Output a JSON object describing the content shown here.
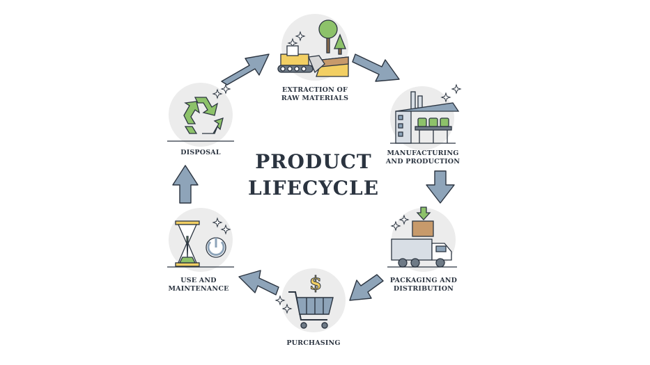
{
  "title": {
    "line1": "PRODUCT",
    "line2": "LIFECYCLE"
  },
  "stages": {
    "extraction": {
      "line1": "EXTRACTION OF",
      "line2": "RAW MATERIALS",
      "icon": "bulldozer-icon"
    },
    "manufacturing": {
      "line1": "MANUFACTURING",
      "line2": "AND PRODUCTION",
      "icon": "factory-icon"
    },
    "packaging": {
      "line1": "PACKAGING AND",
      "line2": "DISTRIBUTION",
      "icon": "truck-icon"
    },
    "purchasing": {
      "line1": "PURCHASING",
      "icon": "shopping-cart-icon"
    },
    "use": {
      "line1": "USE AND",
      "line2": "MAINTENANCE",
      "icon": "hourglass-power-icon"
    },
    "disposal": {
      "line1": "DISPOSAL",
      "icon": "recycle-icon"
    }
  },
  "colors": {
    "text": "#2b3440",
    "arrow": "#8ea4b9",
    "circle": "#ececec",
    "accent_green": "#8dc26a",
    "accent_yellow": "#f2cf63",
    "accent_brown": "#c79a6b"
  }
}
